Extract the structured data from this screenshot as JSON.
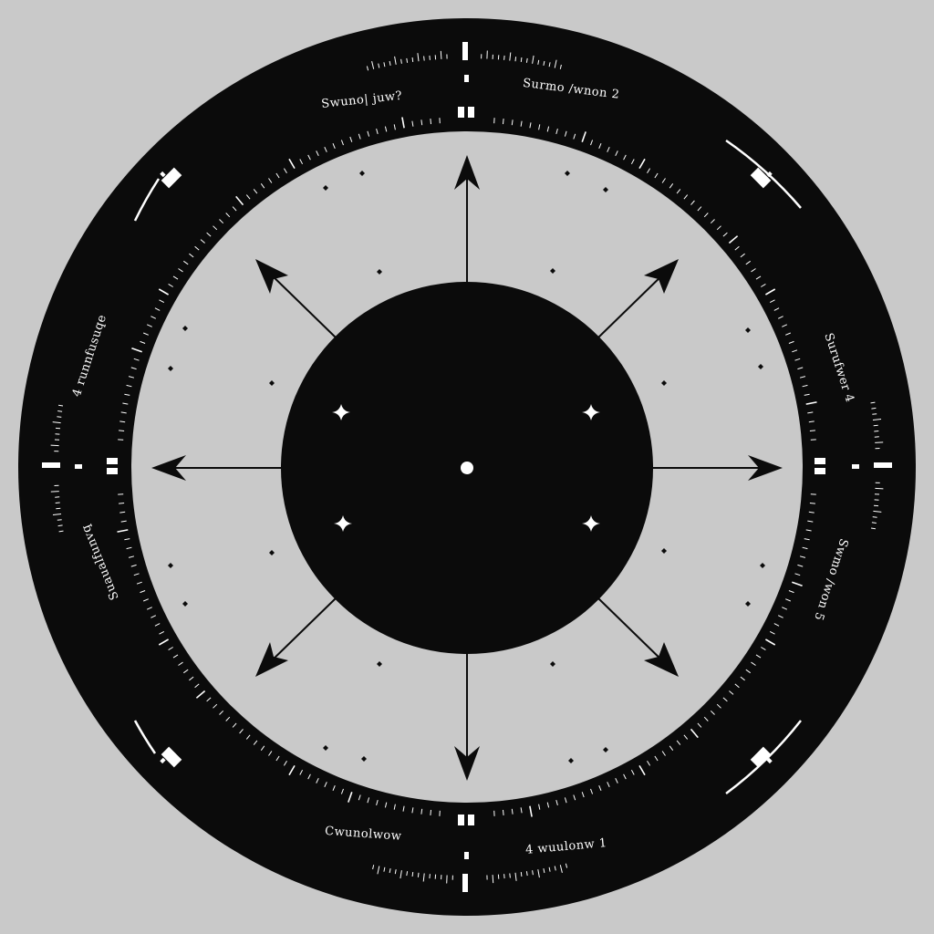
{
  "colors": {
    "background": "#c9c9c9",
    "ring": "#0b0b0b",
    "inner_field": "#c9c9c9",
    "hub": "#0b0b0b",
    "marks": "#ffffff",
    "arrows": "#0b0b0b"
  },
  "ring_labels": {
    "top_left": "Swuno| juw?",
    "top_right": "Surmo /wnon 2",
    "left_upper": "4 runnfusuqe",
    "left_lower": "Suaualfunvq",
    "right_upper": "Surufwer 4",
    "right_lower": "Swmo /won 5",
    "bottom_left": "Cwunolwow",
    "bottom_right": "4 wuulonw 1"
  },
  "icons": [
    "arrow-north-icon",
    "arrow-northeast-icon",
    "arrow-east-icon",
    "arrow-southeast-icon",
    "arrow-south-icon",
    "arrow-southwest-icon",
    "arrow-west-icon",
    "arrow-northwest-icon",
    "center-dot-icon",
    "sparkle-icon"
  ]
}
